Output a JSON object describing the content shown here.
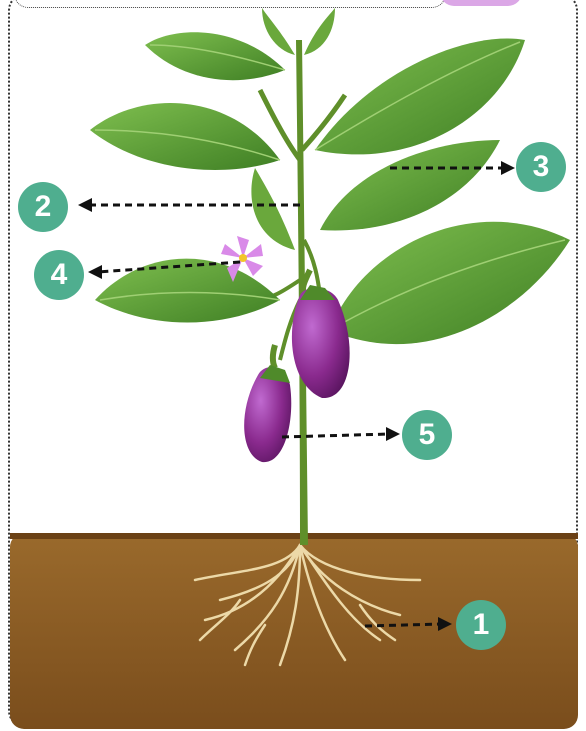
{
  "labels": {
    "root": "1",
    "stem": "2",
    "leaf": "3",
    "flower": "4",
    "fruit": "5"
  },
  "colors": {
    "badge": "#4fae8f",
    "soil": "#8a5a24",
    "leaf": "#5a9d32",
    "fruit": "#8a2a8e",
    "flower": "#d98ae8",
    "root": "#e9d3a0"
  }
}
